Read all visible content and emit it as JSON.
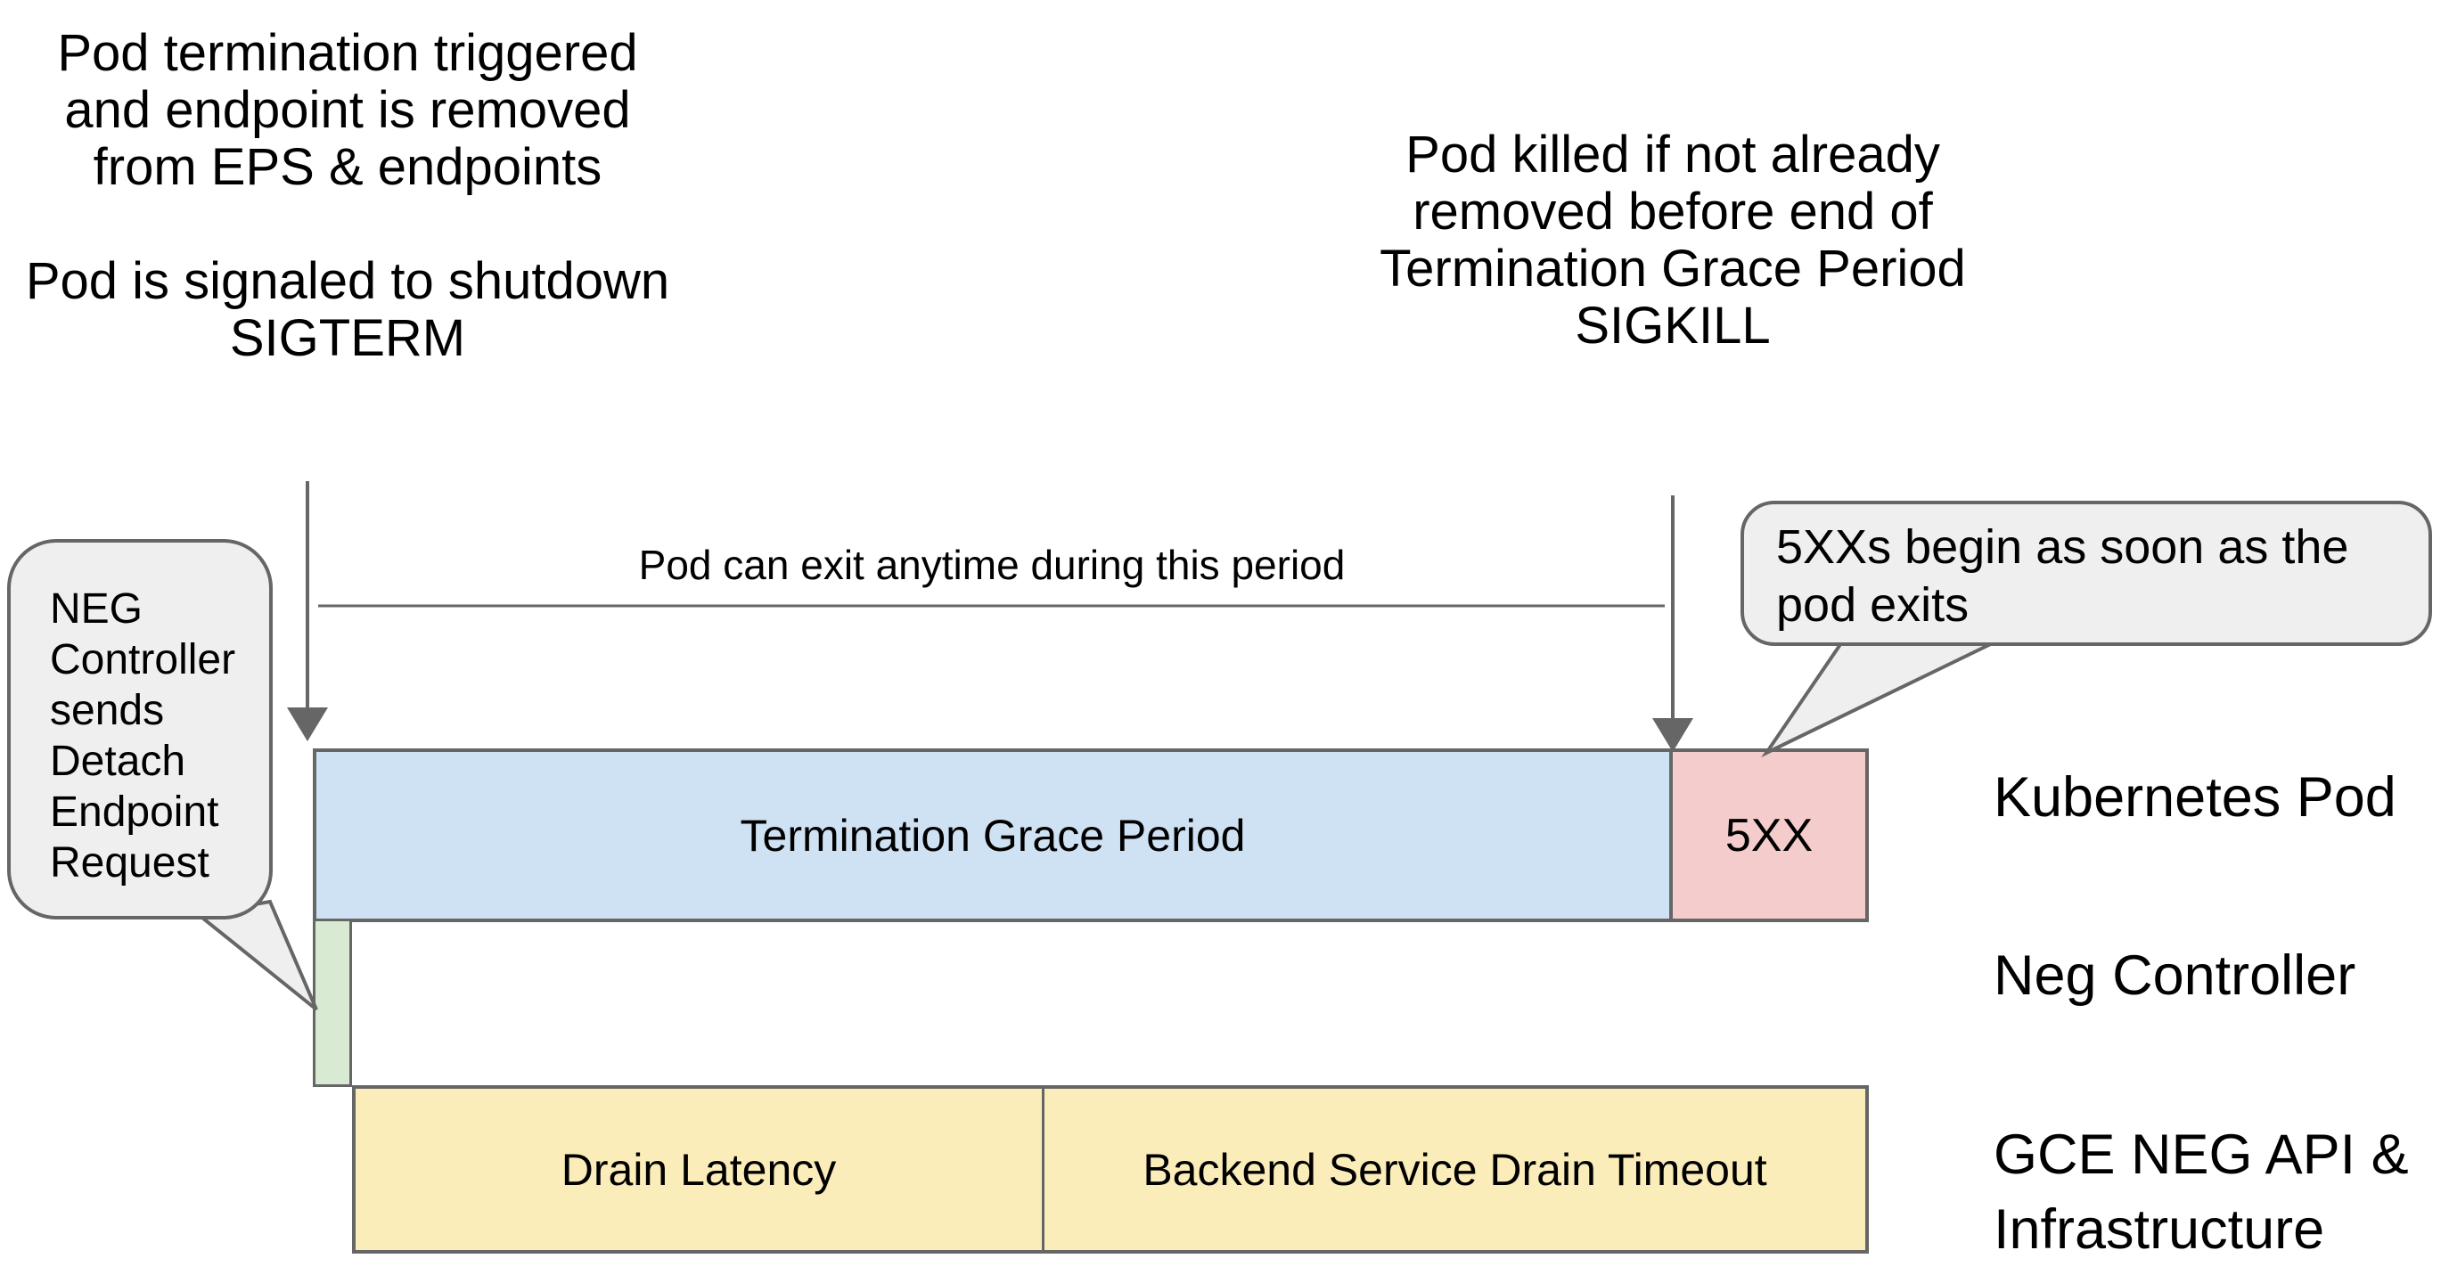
{
  "notes": {
    "top_left_para1": [
      "Pod termination triggered",
      "and endpoint is removed",
      "from EPS & endpoints"
    ],
    "top_left_para2": [
      "Pod is signaled to shutdown",
      "SIGTERM"
    ],
    "top_right": [
      "Pod killed if not already",
      "removed before end of",
      "Termination Grace Period",
      "SIGKILL"
    ],
    "period_label": "Pod can exit anytime during this period"
  },
  "bubbles": {
    "left": {
      "lines": [
        "NEG",
        "Controller",
        "sends",
        "Detach",
        "Endpoint",
        "Request"
      ]
    },
    "right": {
      "lines": [
        "5XXs begin as soon as the",
        "pod exits"
      ]
    }
  },
  "timeline": {
    "kubernetes_pod": {
      "grace_label": "Termination Grace Period",
      "error_label": "5XX"
    },
    "gce": {
      "drain_latency_label": "Drain Latency",
      "drain_timeout_label": "Backend Service Drain Timeout"
    }
  },
  "row_labels": {
    "kubernetes_pod": "Kubernetes Pod",
    "neg_controller": "Neg Controller",
    "gce_line1": "GCE NEG API &",
    "gce_line2": "Infrastructure"
  },
  "colors": {
    "bar-blue": "#cfe2f3",
    "bar-red": "#f4cccc",
    "bar-green": "#d9ead3",
    "bar-yellow": "#fbedb9",
    "bubble-fill": "#efefef",
    "stroke": "#666666",
    "text": "#000000"
  }
}
